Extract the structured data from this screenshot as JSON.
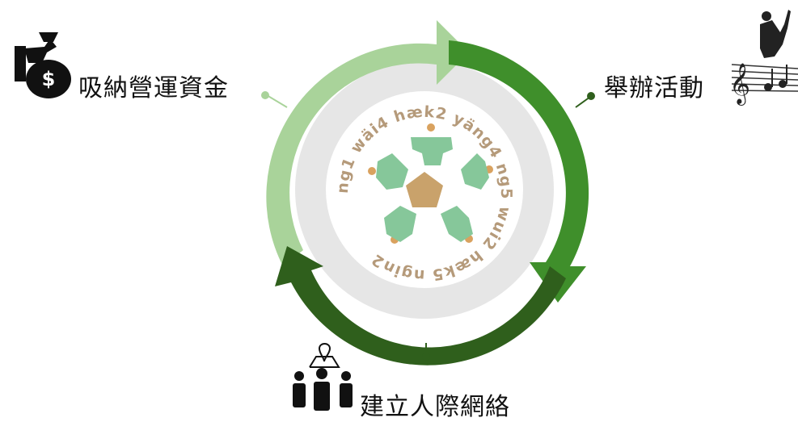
{
  "cycle": {
    "steps": [
      {
        "label": "吸納營運資金",
        "icon": "money-bag-icon"
      },
      {
        "label": "舉辦活動",
        "icon": "music-conductor-icon"
      },
      {
        "label": "建立人際網絡",
        "icon": "people-location-icon"
      }
    ],
    "colors": {
      "light_arrow": "#a9d39a",
      "medium_arrow": "#3f8f2b",
      "dark_arrow": "#2f5f1c",
      "figure": "#86c79a",
      "center_pentagon": "#c9a26b",
      "head_dot": "#d9a25f",
      "text_ring": "#b59a7a"
    }
  },
  "center": {
    "ring_text": "ng1 wäi4 hæk2 yäng4 ng5 wui2 hæk5 ngin2"
  }
}
